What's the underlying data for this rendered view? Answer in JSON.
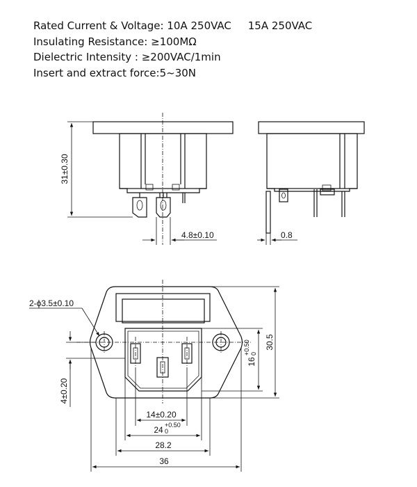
{
  "specs": {
    "rated_label": "Rated Current & Voltage:",
    "rated_value_1": "10A 250VAC",
    "rated_value_2": "15A 250VAC",
    "insulation_label": "Insulating Resistance:",
    "insulation_value": "≥100MΩ",
    "dielectric_label": "Dielectric Intensity :",
    "dielectric_value": "≥200VAC/1min",
    "force_label": "Insert and extract force:",
    "force_value": "5~30N"
  },
  "dimensions": {
    "height_31": "31±0.30",
    "pin_pitch": "4.8±0.10",
    "pin_thickness": "0.8",
    "holes": "2-ϕ3.5±0.10",
    "height_30_5": "30.5",
    "height_16": "16",
    "height_16_tol_upper": "+0.50",
    "height_16_tol_lower": "0",
    "offset_4": "4±0.20",
    "width_14": "14±0.20",
    "width_24": "24",
    "width_24_tol_upper": "+0.50",
    "width_24_tol_lower": "0",
    "width_28_2": "28.2",
    "width_36": "36"
  }
}
